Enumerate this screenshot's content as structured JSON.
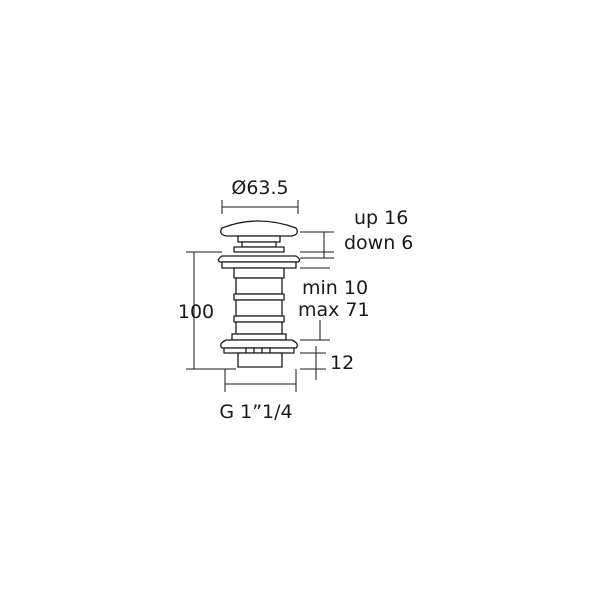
{
  "labels": {
    "diameter": "Ø63.5",
    "travel_up": "up 16",
    "travel_down": "down 6",
    "thickness_min": "min 10",
    "thickness_max": "max 71",
    "height": "100",
    "nut": "12",
    "thread": "G 1”1/4"
  }
}
